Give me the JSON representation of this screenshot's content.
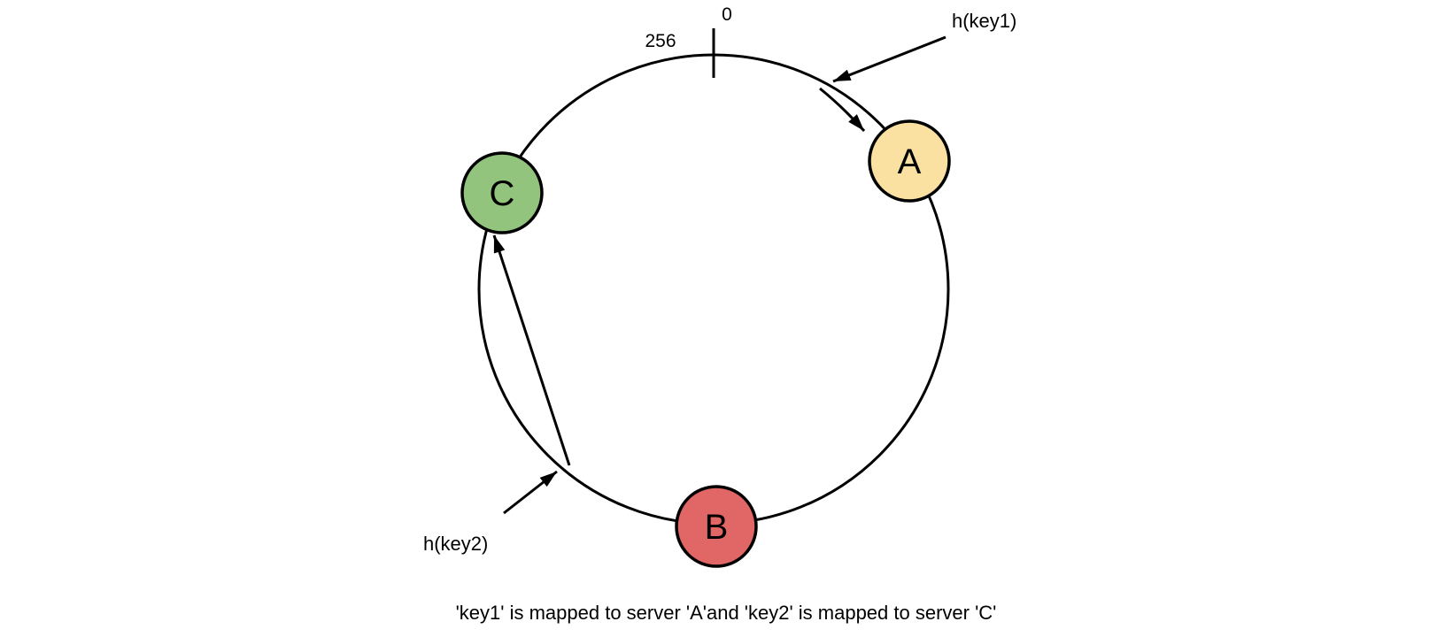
{
  "diagram": {
    "type": "consistent-hashing-ring",
    "background_color": "#ffffff",
    "line_color": "#000000",
    "ring": {
      "origin_label": "0",
      "max_label": "256"
    },
    "nodes": [
      {
        "label": "A",
        "color": "#FAE1A1"
      },
      {
        "label": "B",
        "color": "#E16666"
      },
      {
        "label": "C",
        "color": "#93C47D"
      }
    ],
    "annotations": {
      "key1": "h(key1)",
      "key2": "h(key2)"
    },
    "caption": "'key1' is mapped to server 'A'and 'key2' is mapped to server 'C'"
  }
}
